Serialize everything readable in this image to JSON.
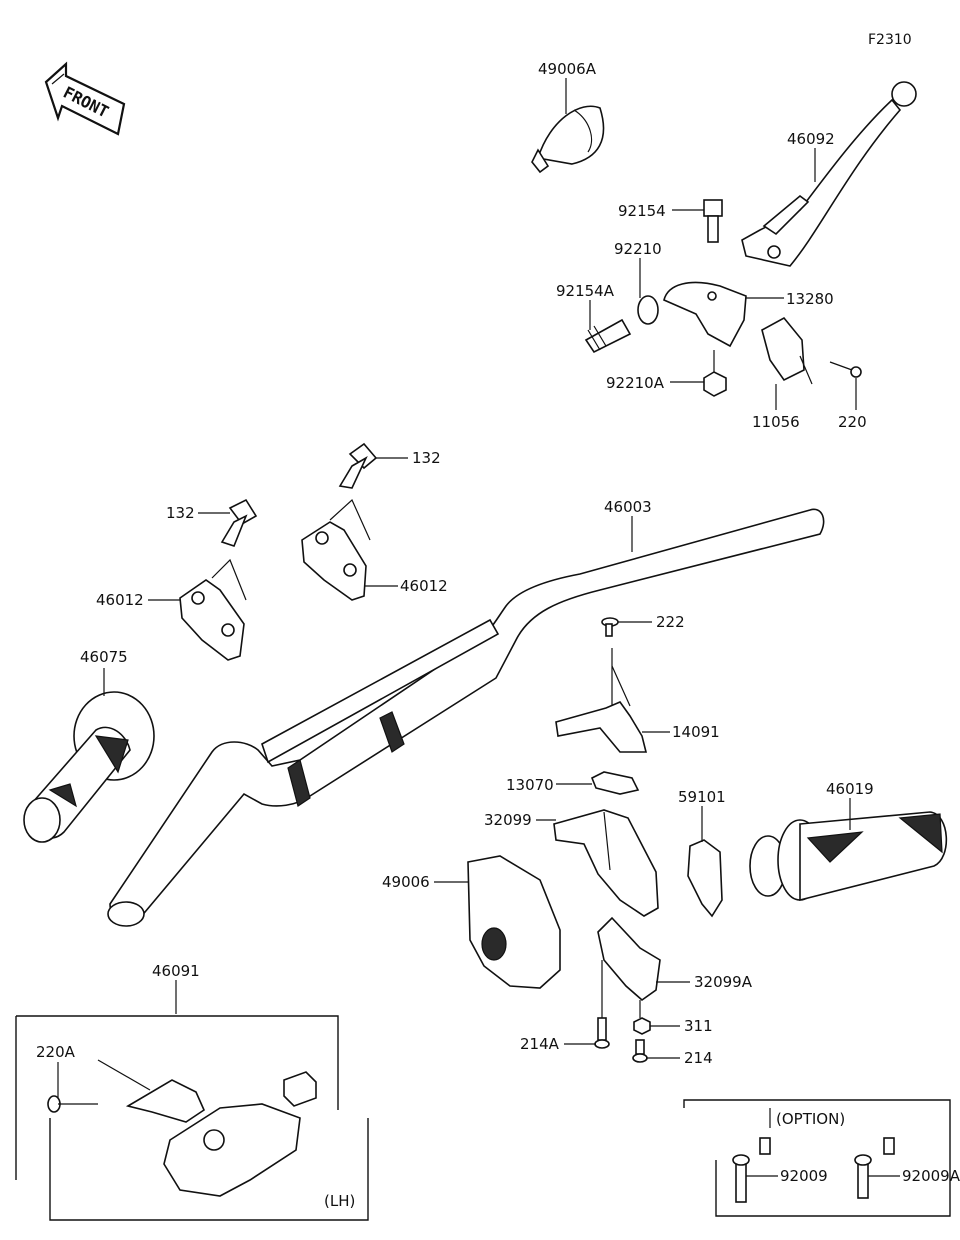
{
  "diagram": {
    "figure_code": "F2310",
    "front_label": "FRONT",
    "labels": {
      "p49006A": "49006A",
      "p46092": "46092",
      "p92154": "92154",
      "p92210": "92210",
      "p92154A": "92154A",
      "p13280": "13280",
      "p92210A": "92210A",
      "p11056": "11056",
      "p220": "220",
      "p132a": "132",
      "p132b": "132",
      "p46003": "46003",
      "p46012a": "46012",
      "p46012b": "46012",
      "p46075": "46075",
      "p222": "222",
      "p14091": "14091",
      "p13070": "13070",
      "p59101": "59101",
      "p46019": "46019",
      "p32099": "32099",
      "p49006": "49006",
      "p32099A": "32099A",
      "p311": "311",
      "p214A": "214A",
      "p214": "214",
      "p46091": "46091",
      "p220A": "220A",
      "p92009": "92009",
      "p92009A": "92009A"
    },
    "lh_label": "(LH)",
    "option_label": "(OPTION)"
  }
}
